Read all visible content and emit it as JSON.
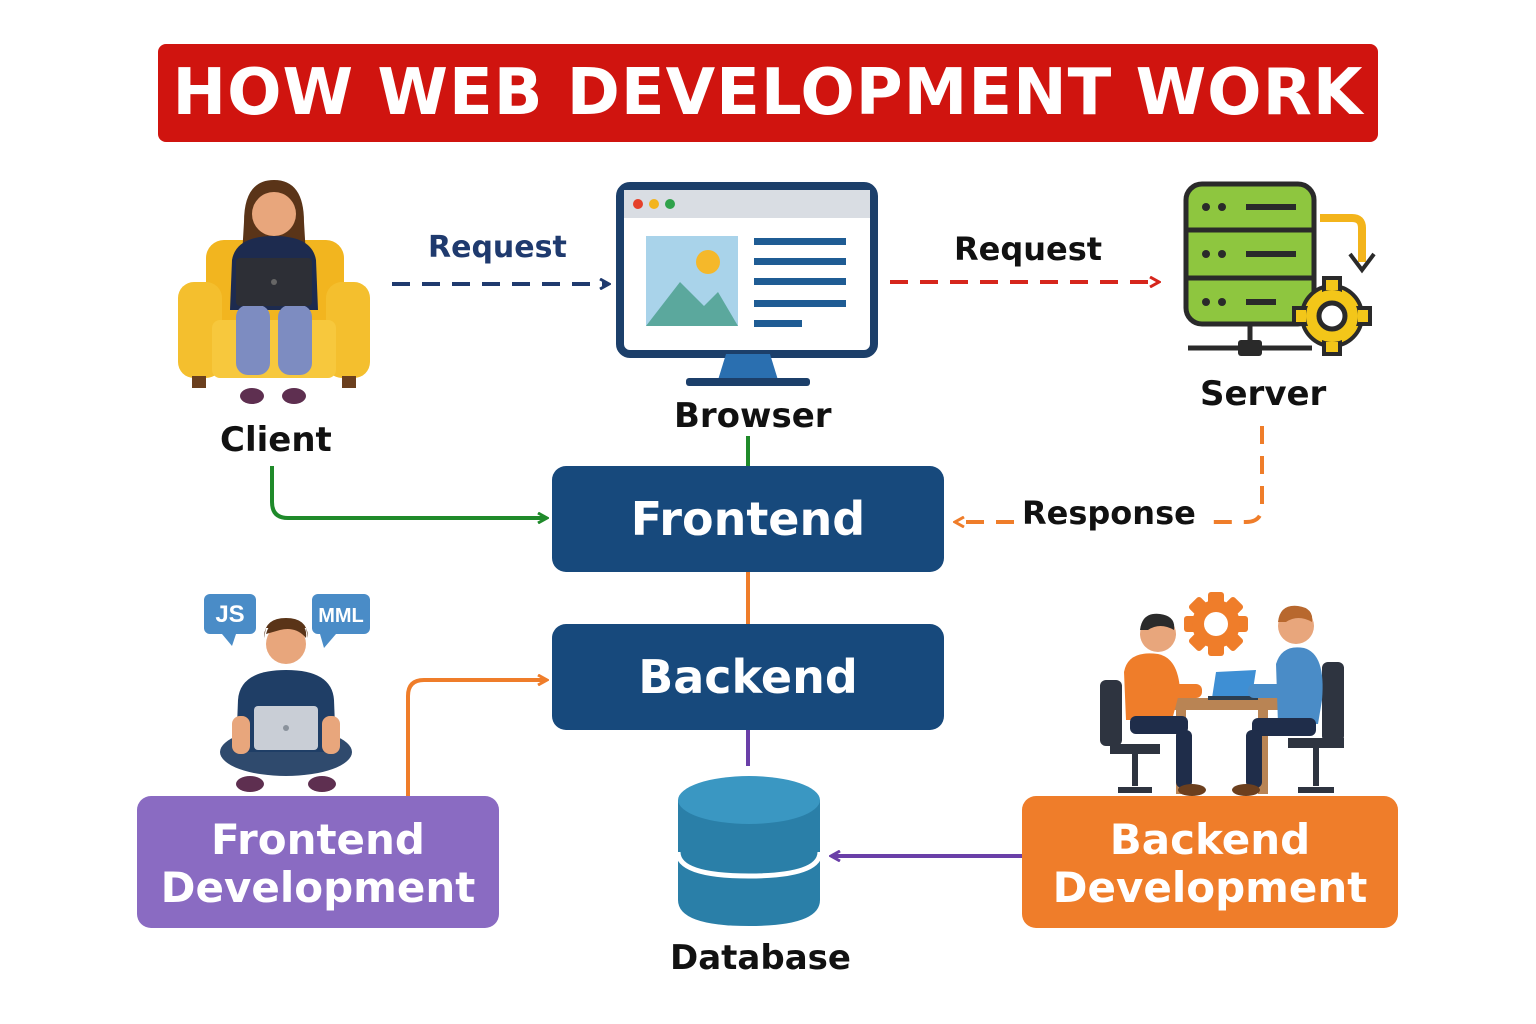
{
  "title": "HOW WEB DEVELOPMENT WORK",
  "nodes": {
    "client": "Client",
    "browser": "Browser",
    "server": "Server",
    "frontend": "Frontend",
    "backend": "Backend",
    "database": "Database",
    "frontend_dev_line1": "Frontend",
    "frontend_dev_line2": "Development",
    "backend_dev_line1": "Backend",
    "backend_dev_line2": "Development"
  },
  "edges": {
    "client_to_browser": "Request",
    "browser_to_server": "Request",
    "server_to_frontend": "Response"
  },
  "badges": {
    "js": "JS",
    "mml": "MML"
  },
  "colors": {
    "banner": "#d0140f",
    "node_blue": "#17497c",
    "frontend_dev": "#8a6bc2",
    "backend_dev": "#ef7d2a",
    "arrow_navy": "#1f3a6e",
    "arrow_red": "#d6261c",
    "arrow_orange": "#ef7d2a",
    "arrow_green": "#1f8a2a",
    "arrow_purple": "#6a3fa8"
  },
  "icons": [
    "person-on-couch-icon",
    "browser-window-icon",
    "server-rack-icon",
    "gear-icon",
    "developer-with-laptop-icon",
    "team-at-table-icon",
    "database-cylinder-icon"
  ]
}
